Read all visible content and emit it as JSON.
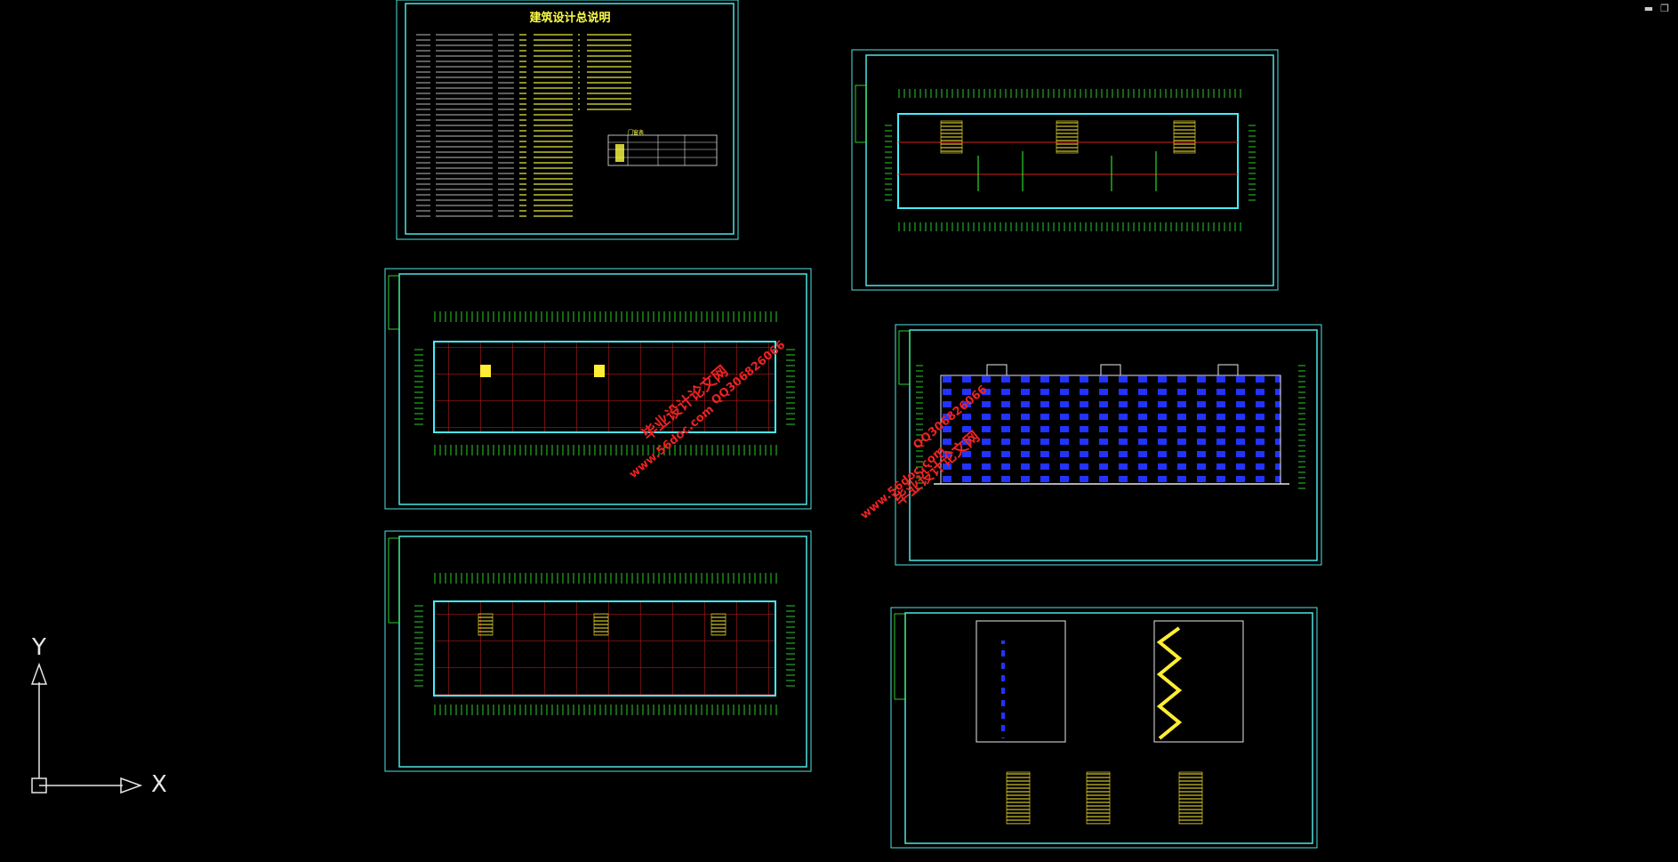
{
  "app": {
    "window_controls": [
      "minimize-icon",
      "restore-icon"
    ]
  },
  "sheets": {
    "notes": {
      "title": "建筑设计总说明",
      "table_title": "门窗表"
    },
    "watermark": {
      "site": "www.56doc.com",
      "brand": "毕业设计论文网",
      "qq": "QQ306826066"
    }
  },
  "ucs": {
    "y_label": "Y",
    "x_label": "X"
  },
  "colors": {
    "background": "#000000",
    "frame": "#4fe3e3",
    "grid": "#36ff36",
    "axis_red": "#d21e1e",
    "wall_cyan": "#44f0ff",
    "window_blue": "#2233ff",
    "stair_yellow": "#ffee33",
    "text_yellow": "#ffff44",
    "watermark_red": "#ee2222"
  }
}
